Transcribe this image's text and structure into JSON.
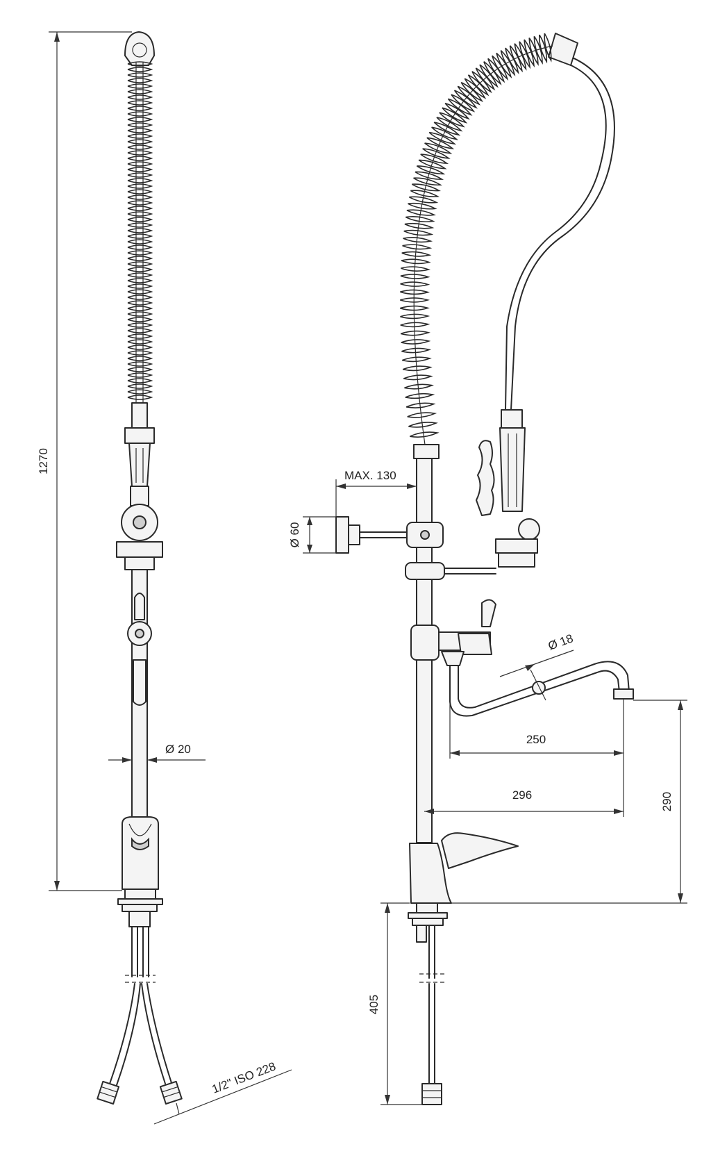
{
  "dimensions": {
    "total_height": "1270",
    "pipe_diameter": "Ø 20",
    "max_reach": "MAX. 130",
    "wall_flange_diameter": "Ø 60",
    "spout_tube_diameter": "Ø 18",
    "spout_length": "250",
    "spout_reach": "296",
    "spout_height": "290",
    "supply_hose_length": "405",
    "hose_thread": "1/2\" ISO 228"
  }
}
